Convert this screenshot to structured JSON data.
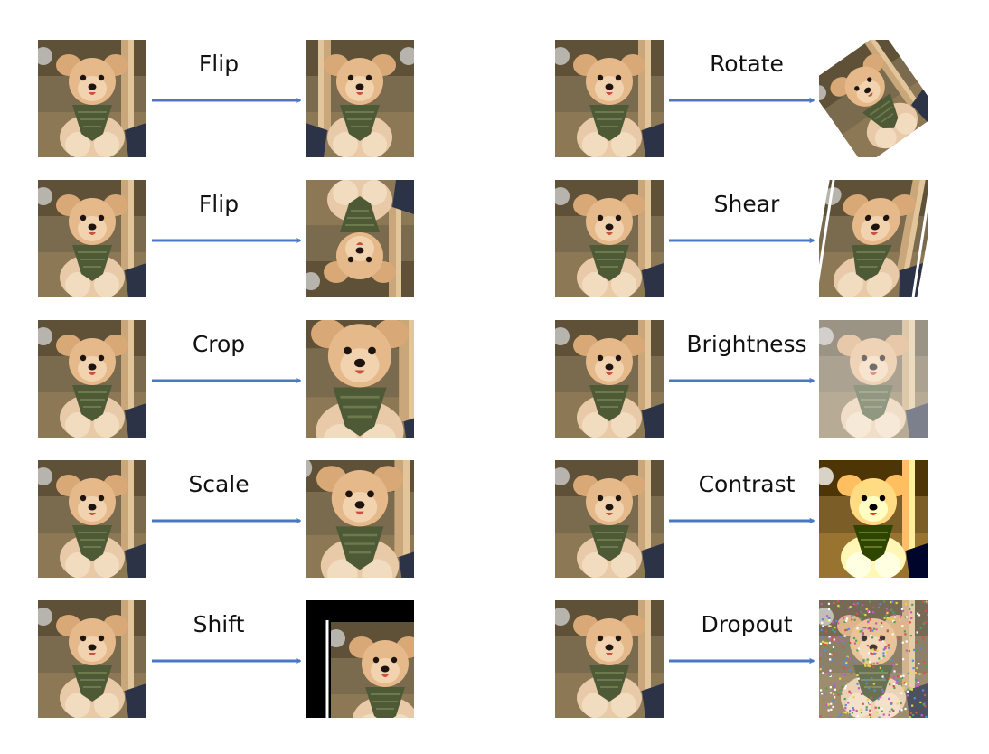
{
  "figure": {
    "arrow_color": "#4a77c4",
    "rows": [
      {
        "left": {
          "label": "Flip",
          "transform": "flip-horizontal"
        },
        "right": {
          "label": "Rotate",
          "transform": "rotate"
        }
      },
      {
        "left": {
          "label": "Flip",
          "transform": "flip-vertical"
        },
        "right": {
          "label": "Shear",
          "transform": "shear"
        }
      },
      {
        "left": {
          "label": "Crop",
          "transform": "crop"
        },
        "right": {
          "label": "Brightness",
          "transform": "brightness"
        }
      },
      {
        "left": {
          "label": "Scale",
          "transform": "scale"
        },
        "right": {
          "label": "Contrast",
          "transform": "contrast"
        }
      },
      {
        "left": {
          "label": "Shift",
          "transform": "shift"
        },
        "right": {
          "label": "Dropout",
          "transform": "dropout"
        }
      }
    ]
  }
}
